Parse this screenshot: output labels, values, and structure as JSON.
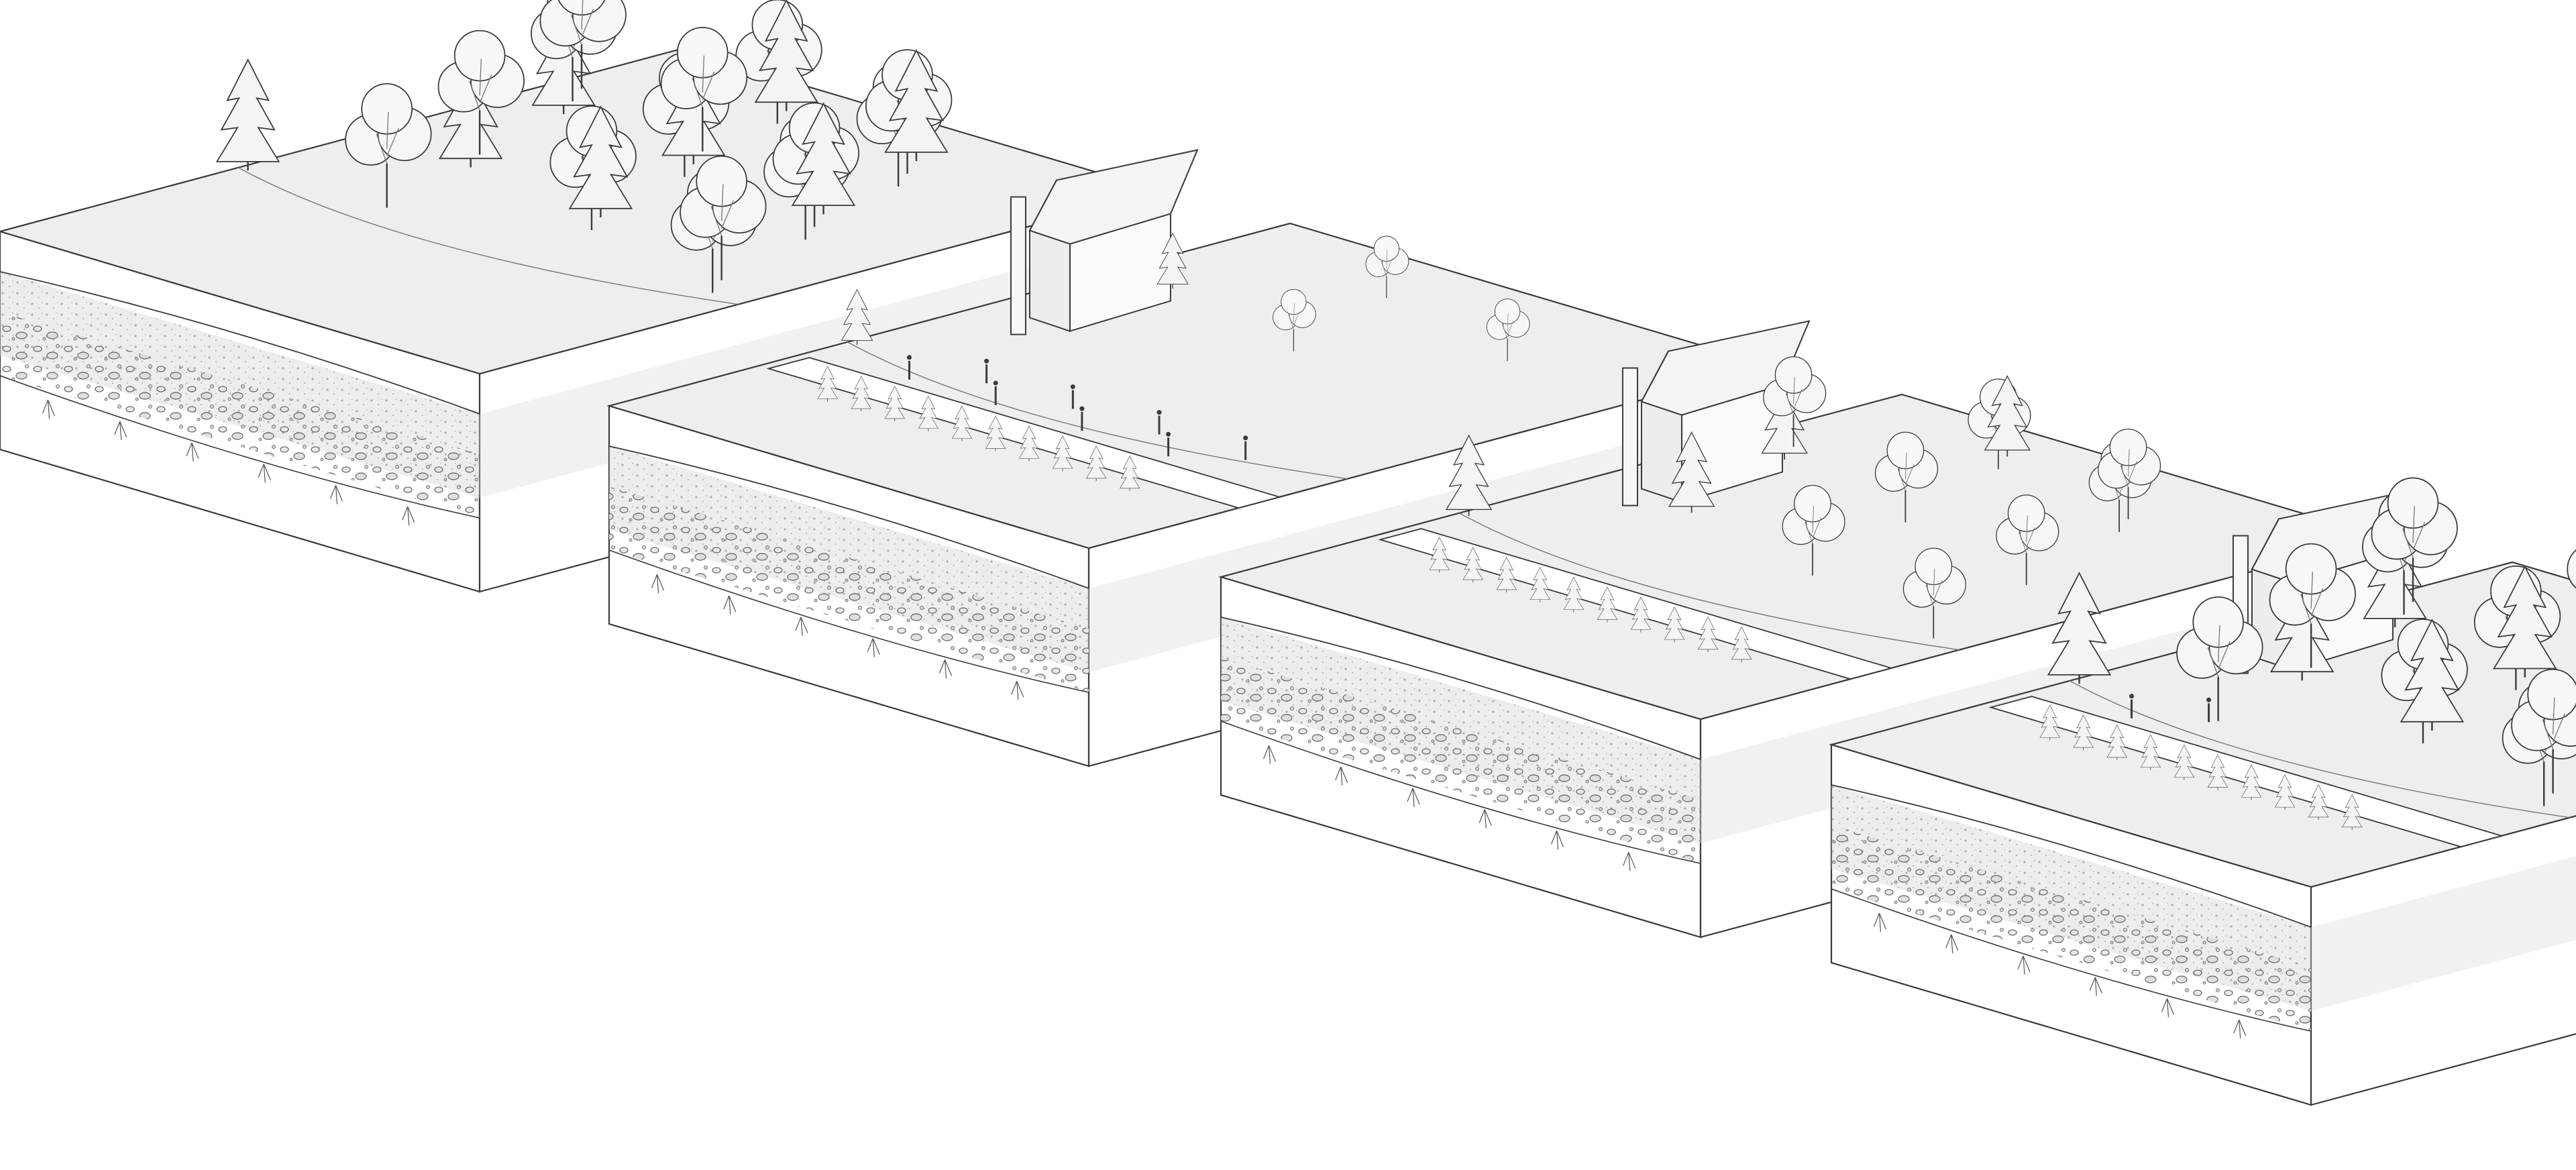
{
  "drawing": {
    "style": "axonometric landscape sequence",
    "line_color": "#3a3a3a",
    "soil_tint": "#d6d6d6",
    "ground_tint": "#eeeeee",
    "background": "#ffffff",
    "blocks": [
      {
        "id": "block-1",
        "stage": "forest",
        "has_house": false,
        "has_path": false,
        "figures": 0
      },
      {
        "id": "block-2",
        "stage": "clearing",
        "has_house": true,
        "has_path": true,
        "figures": 8
      },
      {
        "id": "block-3",
        "stage": "regrowth",
        "has_house": true,
        "has_path": true,
        "figures": 0
      },
      {
        "id": "block-4",
        "stage": "reforested",
        "has_house": true,
        "has_path": true,
        "figures": 2
      }
    ]
  }
}
